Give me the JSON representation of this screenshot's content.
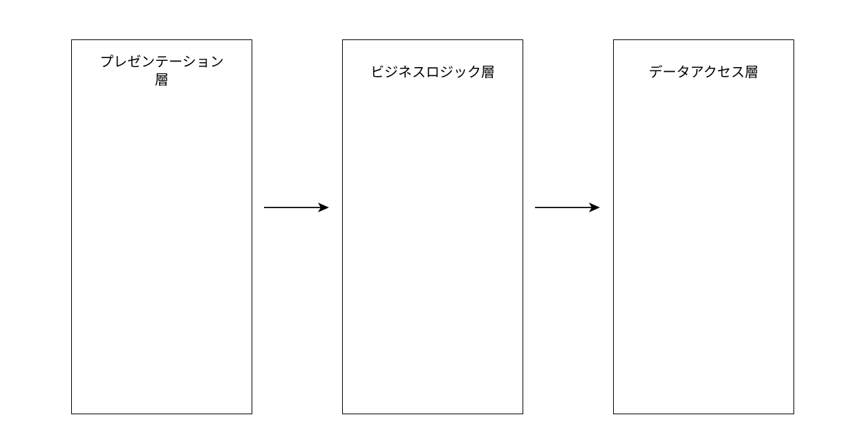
{
  "diagram": {
    "layers": [
      {
        "label": "プレゼンテーション\n層"
      },
      {
        "label": "ビジネスロジック層"
      },
      {
        "label": "データアクセス層"
      }
    ],
    "connections": [
      {
        "from": 0,
        "to": 1
      },
      {
        "from": 1,
        "to": 2
      }
    ],
    "stroke_color": "#000000",
    "background_color": "#ffffff"
  }
}
